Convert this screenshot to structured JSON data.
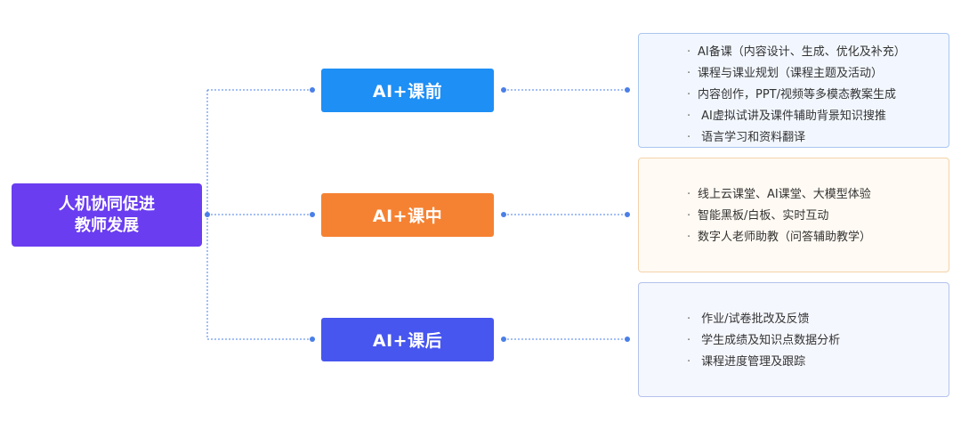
{
  "root": {
    "line1": "人机协同促进",
    "line2": "教师发展",
    "color": "#6a3df0"
  },
  "connector_color": "#4a7fe8",
  "stages": [
    {
      "label": "AI+课前",
      "color": "#1e8ff5",
      "panel_bg": "#f2f7ff",
      "panel_border": "#a9c6ef",
      "items": [
        "AI备课（内容设计、生成、优化及补充）",
        "课程与课业规划（课程主题及活动）",
        "内容创作，PPT/视频等多模态教案生成",
        " AI虚拟试讲及课件辅助背景知识搜推",
        " 语言学习和资料翻译"
      ]
    },
    {
      "label": "AI+课中",
      "color": "#f58232",
      "panel_bg": "#fffaf3",
      "panel_border": "#f3d3aa",
      "items": [
        "线上云课堂、AI课堂、大模型体验",
        "智能黑板/白板、实时互动",
        "数字人老师助教（问答辅助教学）"
      ]
    },
    {
      "label": "AI+课后",
      "color": "#4756ee",
      "panel_bg": "#f5f7fe",
      "panel_border": "#b4c2ec",
      "items": [
        " 作业/试卷批改及反馈",
        " 学生成绩及知识点数据分析",
        " 课程进度管理及跟踪"
      ]
    }
  ]
}
